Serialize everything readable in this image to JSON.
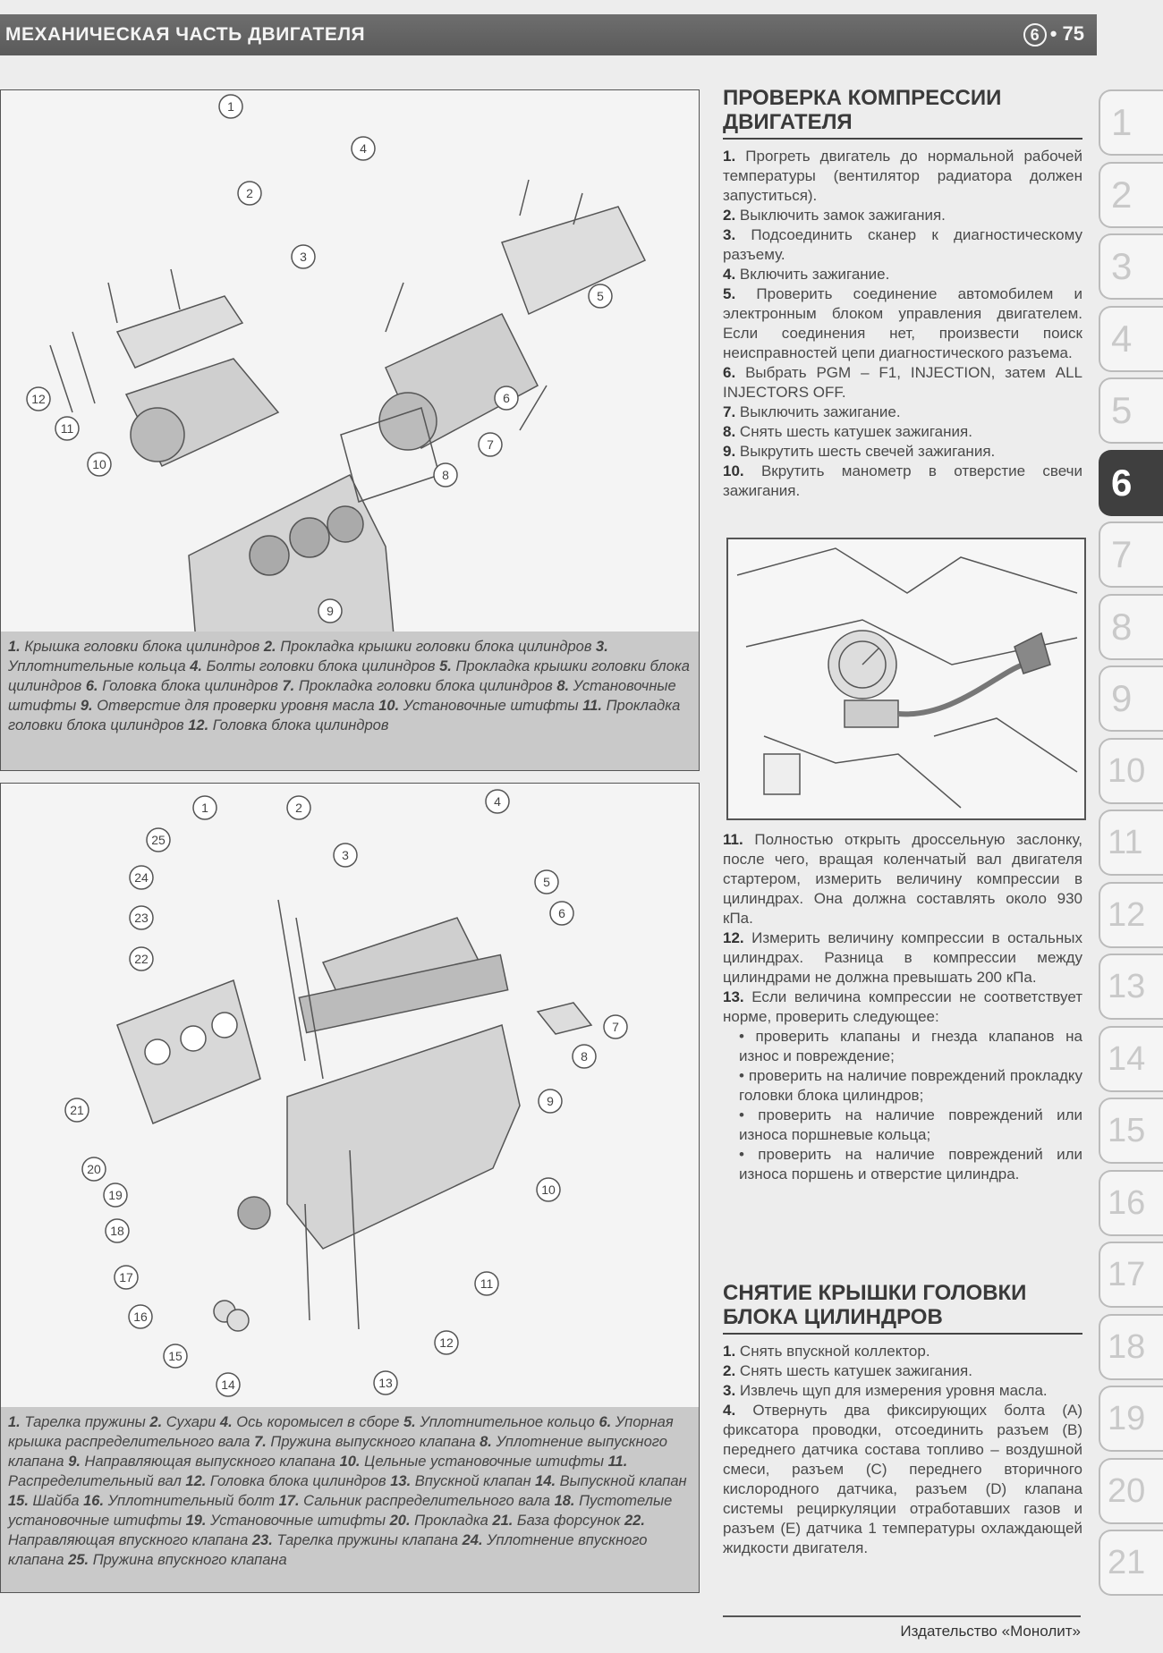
{
  "header": {
    "section_title": "МЕХАНИЧЕСКАЯ ЧАСТЬ ДВИГАТЕЛЯ",
    "chapter": "6",
    "page": "75"
  },
  "figure1": {
    "callouts": [
      "1",
      "2",
      "3",
      "4",
      "5",
      "6",
      "7",
      "8",
      "9",
      "10",
      "11",
      "12"
    ],
    "caption": [
      {
        "n": "1.",
        "t": " Крышка головки блока цилиндров "
      },
      {
        "n": "2.",
        "t": " Прокладка крышки головки блока цилиндров "
      },
      {
        "n": "3.",
        "t": " Уплотнительные кольца "
      },
      {
        "n": "4.",
        "t": " Болты головки блока цилиндров "
      },
      {
        "n": "5.",
        "t": " Прокладка крышки головки блока цилиндров "
      },
      {
        "n": "6.",
        "t": " Головка блока цилиндров "
      },
      {
        "n": "7.",
        "t": " Прокладка головки блока цилиндров "
      },
      {
        "n": "8.",
        "t": " Установочные штифты "
      },
      {
        "n": "9.",
        "t": " Отверстие для проверки уровня масла "
      },
      {
        "n": "10.",
        "t": " Установочные штифты "
      },
      {
        "n": "11.",
        "t": " Прокладка головки блока цилиндров "
      },
      {
        "n": "12.",
        "t": " Головка блока цилиндров"
      }
    ]
  },
  "figure2": {
    "callouts": [
      "1",
      "2",
      "3",
      "4",
      "5",
      "6",
      "7",
      "8",
      "9",
      "10",
      "11",
      "12",
      "13",
      "14",
      "15",
      "16",
      "17",
      "18",
      "19",
      "20",
      "21",
      "22",
      "23",
      "24",
      "25"
    ],
    "caption": [
      {
        "n": "1.",
        "t": " Тарелка пружины "
      },
      {
        "n": "2.",
        "t": " Сухари "
      },
      {
        "n": "4.",
        "t": " Ось коромысел в сборе "
      },
      {
        "n": "5.",
        "t": " Уплотнительное кольцо "
      },
      {
        "n": "6.",
        "t": " Упорная крышка распределительного вала "
      },
      {
        "n": "7.",
        "t": " Пружина выпускного клапана "
      },
      {
        "n": "8.",
        "t": " Уплотнение выпускного клапана "
      },
      {
        "n": "9.",
        "t": " Направляющая выпускного клапана "
      },
      {
        "n": "10.",
        "t": " Цельные установочные штифты "
      },
      {
        "n": "11.",
        "t": " Распределительный вал "
      },
      {
        "n": "12.",
        "t": " Головка блока цилиндров "
      },
      {
        "n": "13.",
        "t": " Впускной клапан "
      },
      {
        "n": "14.",
        "t": " Выпускной клапан "
      },
      {
        "n": "15.",
        "t": " Шайба "
      },
      {
        "n": "16.",
        "t": " Уплотнительный болт "
      },
      {
        "n": "17.",
        "t": " Сальник распределительного вала "
      },
      {
        "n": "18.",
        "t": " Пустотелые установочные штифты "
      },
      {
        "n": "19.",
        "t": " Установочные штифты "
      },
      {
        "n": "20.",
        "t": " Прокладка "
      },
      {
        "n": "21.",
        "t": " База форсунок "
      },
      {
        "n": "22.",
        "t": " Направляющая впускного клапана "
      },
      {
        "n": "23.",
        "t": " Тарелка пружины клапана "
      },
      {
        "n": "24.",
        "t": " Уплотнение впускного клапана "
      },
      {
        "n": "25.",
        "t": " Пружина впускного клапана"
      }
    ]
  },
  "section1": {
    "title": "ПРОВЕРКА КОМПРЕССИИ ДВИГАТЕЛЯ",
    "steps": [
      {
        "n": "1.",
        "t": " Прогреть двигатель до нормальной рабочей температуры (вентилятор радиатора должен запуститься)."
      },
      {
        "n": "2.",
        "t": " Выключить замок зажигания."
      },
      {
        "n": "3.",
        "t": " Подсоединить сканер к диагностическому разъему."
      },
      {
        "n": "4.",
        "t": " Включить зажигание."
      },
      {
        "n": "5.",
        "t": " Проверить соединение автомобилем и электронным блоком управления двигателем. Если соединения нет, произвести поиск неисправностей цепи диагностического разъема."
      },
      {
        "n": "6.",
        "t": " Выбрать PGM – F1, INJECTION, затем ALL INJECTORS OFF."
      },
      {
        "n": "7.",
        "t": " Выключить зажигание."
      },
      {
        "n": "8.",
        "t": " Снять шесть катушек зажигания."
      },
      {
        "n": "9.",
        "t": " Выкрутить шесть свечей зажигания."
      },
      {
        "n": "10.",
        "t": " Вкрутить манометр в отверстие свечи зажигания."
      }
    ],
    "steps_after": [
      {
        "n": "11.",
        "t": " Полностью открыть дроссельную заслонку, после чего, вращая коленчатый вал двигателя стартером, измерить величину компрессии в цилиндрах. Она должна составлять около 930 кПа."
      },
      {
        "n": "12.",
        "t": " Измерить величину компрессии в остальных цилиндрах. Разница в компрессии между цилиндрами не должна превышать 200 кПа."
      },
      {
        "n": "13.",
        "t": " Если величина компрессии не соответствует норме, проверить следующее:"
      }
    ],
    "bullets": [
      "• проверить клапаны и гнезда клапанов на износ и повреждение;",
      "• проверить на наличие повреждений прокладку головки блока цилиндров;",
      "• проверить на наличие повреждений или износа поршневые кольца;",
      "• проверить на наличие повреждений или износа поршень и отверстие цилиндра."
    ]
  },
  "section2": {
    "title": "СНЯТИЕ КРЫШКИ ГОЛОВКИ БЛОКА ЦИЛИНДРОВ",
    "steps": [
      {
        "n": "1.",
        "t": " Снять впускной коллектор."
      },
      {
        "n": "2.",
        "t": " Снять шесть катушек зажигания."
      },
      {
        "n": "3.",
        "t": " Извлечь щуп для измерения уровня масла."
      },
      {
        "n": "4.",
        "t": " Отвернуть два фиксирующих болта (А) фиксатора проводки, отсоединить разъем (B) переднего датчика состава топливо – воздушной смеси, разъем (C) переднего вторичного кислородного датчика, разъем (D) клапана системы рециркуляции отработавших газов и разъем (E) датчика 1 температуры охлаждающей жидкости двигателя."
      }
    ]
  },
  "tabs": [
    "1",
    "2",
    "3",
    "4",
    "5",
    "6",
    "7",
    "8",
    "9",
    "10",
    "11",
    "12",
    "13",
    "14",
    "15",
    "16",
    "17",
    "18",
    "19",
    "20",
    "21"
  ],
  "active_tab": "6",
  "footer": "Издательство «Монолит»"
}
